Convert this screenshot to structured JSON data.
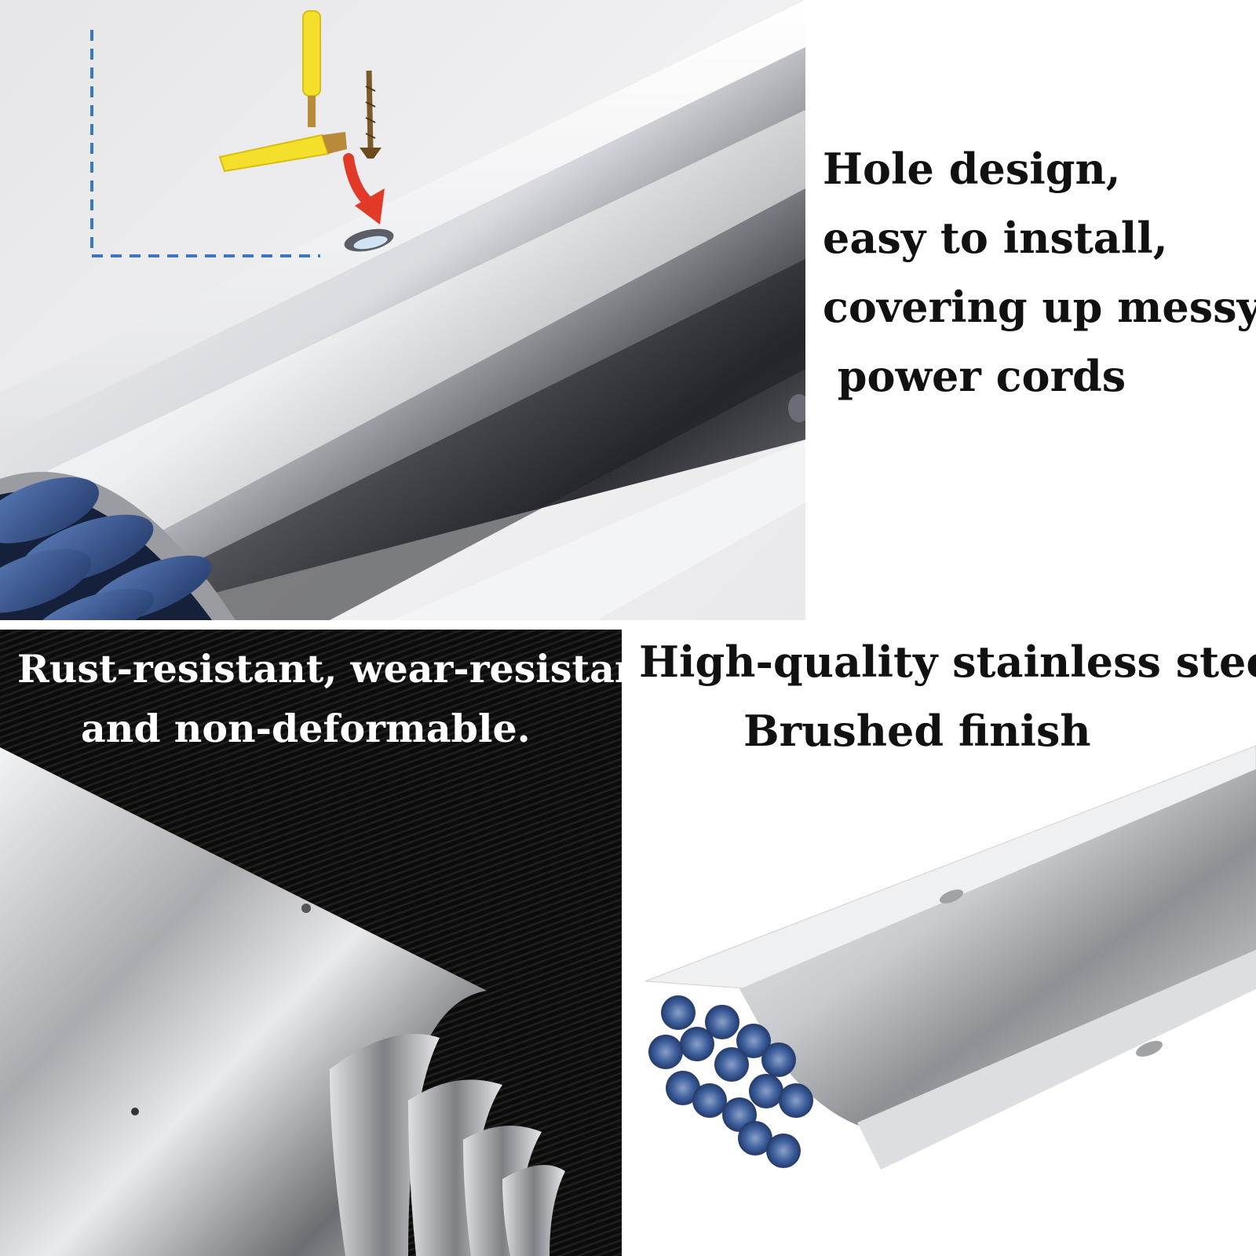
{
  "panels": {
    "hole_design": {
      "lines": [
        "Hole design,",
        "easy to install,",
        "covering up messy",
        " power cords"
      ]
    },
    "durability": {
      "lines": [
        "Rust-resistant, wear-resistant,",
        "and non-deformable."
      ]
    },
    "material": {
      "lines": [
        "High-quality stainless steel",
        "Brushed finish"
      ]
    }
  },
  "colors": {
    "cable_blue": "#3e5f9c",
    "steel_light": "#f4f5f7",
    "steel_dark": "#4a4c52",
    "anchor_yellow": "#f4df2a",
    "arrow_red": "#e23a28",
    "guide_dash_blue": "#3a78c2",
    "dark_background": "#0b0b0b"
  },
  "icons": [
    "wall-anchor-icon",
    "screw-icon",
    "curved-arrow-icon"
  ]
}
